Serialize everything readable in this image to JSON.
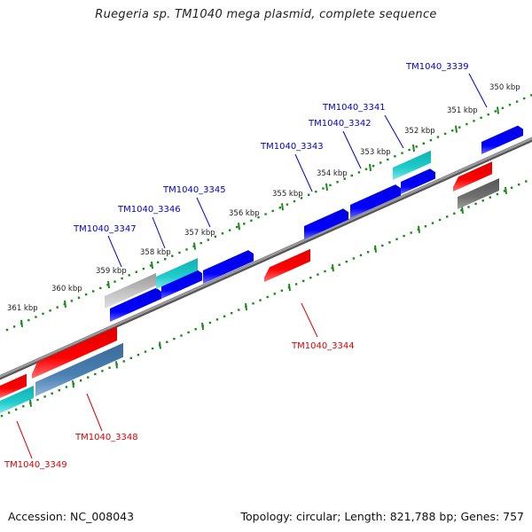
{
  "title": "Ruegeria sp. TM1040 mega plasmid, complete sequence",
  "footer": {
    "accession": "Accession: NC_008043",
    "topology": "Topology: circular; Length: 821,788 bp; Genes: 757"
  },
  "colors": {
    "backbone": "#808080",
    "ruler_tick": "#1a8a1a",
    "forward_label": "#0000cc",
    "reverse_label": "#dd0000",
    "blue": "#0000ee",
    "cyan": "#1ac8c8",
    "gray_light": "#b8b8b8",
    "gray_dark": "#666666",
    "red": "#ee0000",
    "steelblue": "#4a7fb0"
  },
  "ruler": {
    "ticks": [
      "350 kbp",
      "351 kbp",
      "352 kbp",
      "353 kbp",
      "354 kbp",
      "355 kbp",
      "356 kbp",
      "357 kbp",
      "358 kbp",
      "359 kbp",
      "360 kbp",
      "361 kbp"
    ]
  },
  "genes": [
    {
      "id": "TM1040_3339",
      "strand": "forward",
      "track": 1,
      "color": "blue"
    },
    {
      "id": "TM1040_3341",
      "strand": "forward",
      "track": 2,
      "color": "cyan"
    },
    {
      "id": "TM1040_3342",
      "strand": "forward",
      "track": 1,
      "color": "blue"
    },
    {
      "id": "TM1040_3343",
      "strand": "forward",
      "track": 1,
      "color": "blue"
    },
    {
      "id": "TM1040_3344",
      "strand": "reverse",
      "track": 1,
      "color": "red"
    },
    {
      "id": "TM1040_3345",
      "strand": "forward",
      "track": 1,
      "color": "blue"
    },
    {
      "id": "TM1040_3346",
      "strand": "forward",
      "track": 2,
      "color": "cyan"
    },
    {
      "id": "TM1040_3347",
      "strand": "forward",
      "track": 1,
      "color": "blue"
    },
    {
      "id": "TM1040_3348",
      "strand": "reverse",
      "track": 2,
      "color": "steelblue"
    },
    {
      "id": "TM1040_3349",
      "strand": "reverse",
      "track": 2,
      "color": "cyan"
    }
  ],
  "unlabeled_features": [
    {
      "strand": "forward",
      "track": 2,
      "color": "gray_light"
    },
    {
      "strand": "reverse",
      "track": 1,
      "color": "red"
    },
    {
      "strand": "reverse",
      "track": 2,
      "color": "gray_dark"
    },
    {
      "strand": "reverse",
      "track": 1,
      "color": "red"
    },
    {
      "strand": "reverse",
      "track": 1,
      "color": "red"
    }
  ]
}
